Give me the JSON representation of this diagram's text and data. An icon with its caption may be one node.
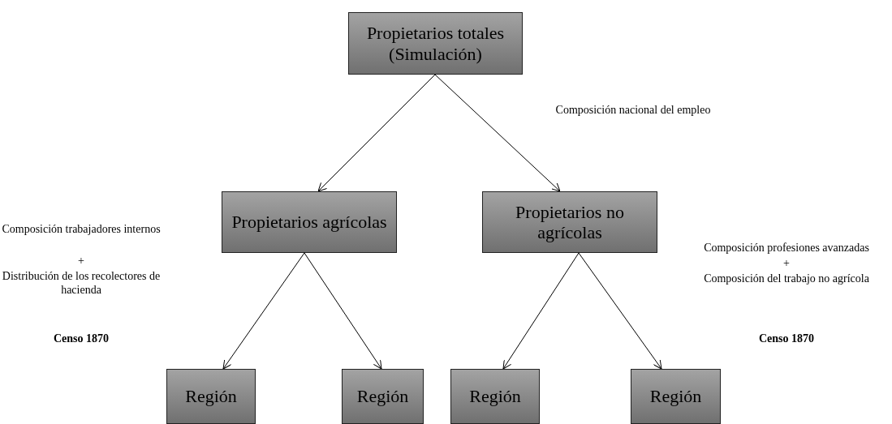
{
  "diagram": {
    "nodes": [
      {
        "text": [
          "Propietarios totales (Simulación)"
        ]
      },
      {
        "text": [
          "Propietarios agrícolas"
        ]
      },
      {
        "text": [
          "Propietarios no agrícolas"
        ]
      },
      {
        "text": [
          "Región"
        ]
      },
      {
        "text": [
          "Región"
        ]
      },
      {
        "text": [
          "Región"
        ]
      },
      {
        "text": [
          "Región"
        ]
      }
    ],
    "edges": [
      {
        "from": 0,
        "to": 1,
        "arrow": "to"
      },
      {
        "from": 0,
        "to": 2,
        "arrow": "to"
      },
      {
        "from": 1,
        "to": 3,
        "arrow": "to"
      },
      {
        "from": 1,
        "to": 4,
        "arrow": "to"
      },
      {
        "from": 2,
        "to": 5,
        "arrow": "to"
      },
      {
        "from": 2,
        "to": 6,
        "arrow": "to"
      }
    ],
    "labels": [
      "Composición nacional del empleo",
      "Composición trabajadores internos",
      "+",
      "Distribución de los recolectores de hacienda",
      "Censo 1870",
      "Composición profesiones avanzadas",
      "+",
      "Composición del trabajo no agrícola",
      "Censo 1870"
    ]
  }
}
